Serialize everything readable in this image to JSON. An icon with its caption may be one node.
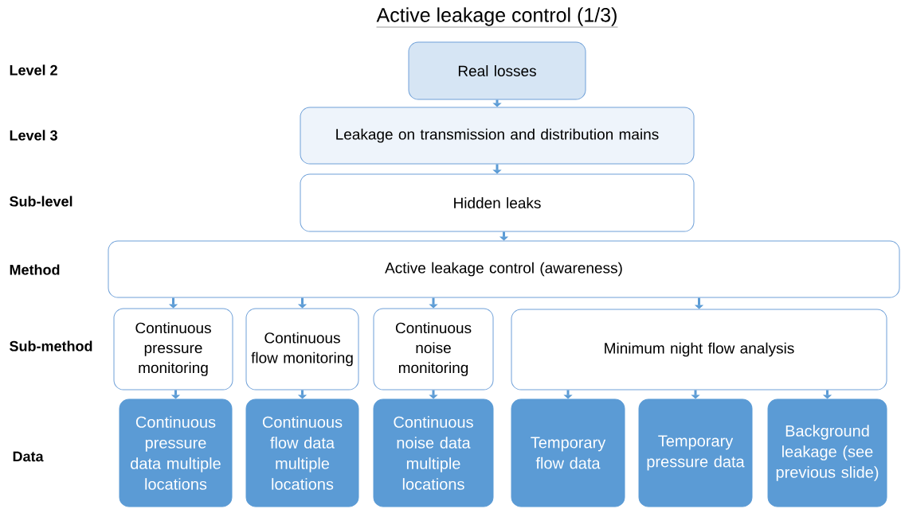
{
  "diagram": {
    "title": "Active leakage control (1/3)",
    "nodes": [
      {
        "text": [
          "Real losses"
        ]
      },
      {
        "text": [
          "Leakage on transmission and distribution mains"
        ]
      },
      {
        "text": [
          "Hidden leaks"
        ]
      },
      {
        "text": [
          "Active leakage control (awareness)"
        ]
      },
      {
        "text": [
          "Continuous pressure monitoring"
        ]
      },
      {
        "text": [
          "Continuous flow monitoring"
        ]
      },
      {
        "text": [
          "Continuous noise monitoring"
        ]
      },
      {
        "text": [
          "Minimum night flow analysis"
        ]
      },
      {
        "text": [
          "Continuous pressure data multiple locations"
        ]
      },
      {
        "text": [
          "Continuous flow data multiple locations"
        ]
      },
      {
        "text": [
          "Continuous noise data multiple locations"
        ]
      },
      {
        "text": [
          "Temporary flow data"
        ]
      },
      {
        "text": [
          "Temporary pressure data"
        ]
      },
      {
        "text": [
          "Background leakage (see previous slide)"
        ]
      }
    ],
    "edges": [
      {
        "from": 0,
        "to": 1,
        "arrow": "to"
      },
      {
        "from": 1,
        "to": 2,
        "arrow": "to"
      },
      {
        "from": 2,
        "to": 3,
        "arrow": "to"
      },
      {
        "from": 3,
        "to": 4,
        "arrow": "to"
      },
      {
        "from": 3,
        "to": 5,
        "arrow": "to"
      },
      {
        "from": 3,
        "to": 6,
        "arrow": "to"
      },
      {
        "from": 3,
        "to": 7,
        "arrow": "to"
      },
      {
        "from": 4,
        "to": 8,
        "arrow": "to"
      },
      {
        "from": 5,
        "to": 9,
        "arrow": "to"
      },
      {
        "from": 6,
        "to": 10,
        "arrow": "to"
      },
      {
        "from": 7,
        "to": 11,
        "arrow": "to"
      },
      {
        "from": 7,
        "to": 12,
        "arrow": "to"
      },
      {
        "from": 7,
        "to": 13,
        "arrow": "to"
      }
    ],
    "labels": [
      "Level 2",
      "Level 3",
      "Sub-level",
      "Method",
      "Sub-method",
      "Data"
    ]
  }
}
